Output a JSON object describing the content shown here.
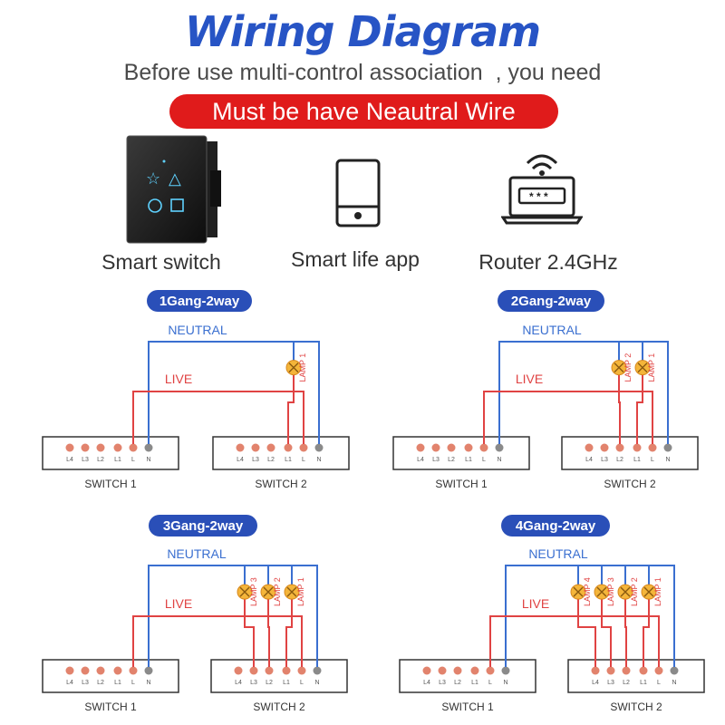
{
  "title": "Wiring Diagram",
  "subtitle": "Before use multi-control association  , you need",
  "warning": "Must be have Neautral Wire",
  "colors": {
    "title": "#2754c5",
    "warning_bg": "#e01b1b",
    "neutral": "#3a6fd0",
    "live": "#e04343",
    "terminal": "#e2836d",
    "terminal_n": "#8a8a8a",
    "lamp": "#f4b53a"
  },
  "devices": [
    {
      "label": "Smart switch",
      "icon": "touch-switch-icon"
    },
    {
      "label": "Smart life app",
      "icon": "phone-icon"
    },
    {
      "label": "Router 2.4GHz",
      "icon": "router-laptop-icon"
    }
  ],
  "labels": {
    "neutral": "NEUTRAL",
    "live": "LIVE",
    "switch1": "SWITCH 1",
    "switch2": "SWITCH 2",
    "lamp_prefix": "LAMP "
  },
  "terminals": [
    "L4",
    "L3",
    "L2",
    "L1",
    "L",
    "N"
  ],
  "diagrams": [
    {
      "title": "1Gang-2way",
      "gangs": 1
    },
    {
      "title": "2Gang-2way",
      "gangs": 2
    },
    {
      "title": "3Gang-2way",
      "gangs": 3
    },
    {
      "title": "4Gang-2way",
      "gangs": 4
    }
  ]
}
